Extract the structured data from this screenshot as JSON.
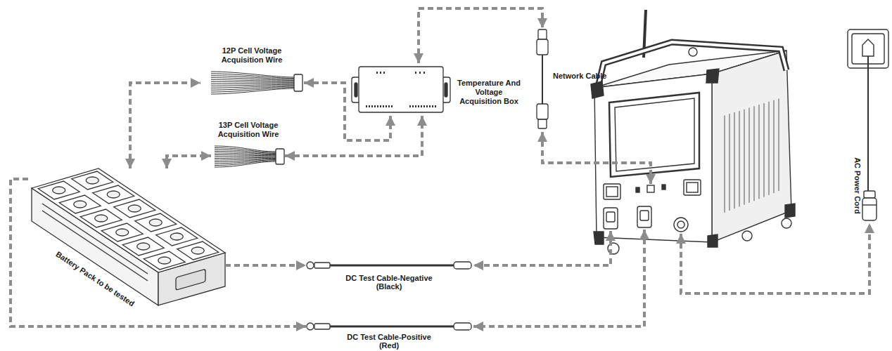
{
  "diagram": {
    "nodes": [
      {
        "text": [
          "12P Cell Voltage Acquisition Wire"
        ]
      },
      {
        "text": [
          "Temperature And Voltage Acquisition Box"
        ]
      },
      {
        "text": [
          "Network Cable"
        ]
      },
      {
        "text": [
          "13P Cell Voltage Acquisition Wire"
        ]
      },
      {
        "text": [
          "Battery Pack to be tested"
        ]
      },
      {
        "text": [
          "DC Test Cable-Negative (Black)"
        ]
      },
      {
        "text": [
          "DC Test Cable-Positive (Red)"
        ]
      },
      {
        "text": [
          "AC Power Cord"
        ]
      }
    ],
    "edges": [
      {
        "from": 4,
        "to": 0,
        "arrow": "both"
      },
      {
        "from": 4,
        "to": 3,
        "arrow": "both"
      },
      {
        "from": 0,
        "to": 1,
        "arrow": "both"
      },
      {
        "from": 3,
        "to": 1,
        "arrow": "both"
      },
      {
        "from": 1,
        "to": 2,
        "arrow": "both"
      },
      {
        "from": 4,
        "to": 5,
        "arrow": "to"
      },
      {
        "from": 4,
        "to": 6,
        "arrow": "to"
      }
    ]
  }
}
